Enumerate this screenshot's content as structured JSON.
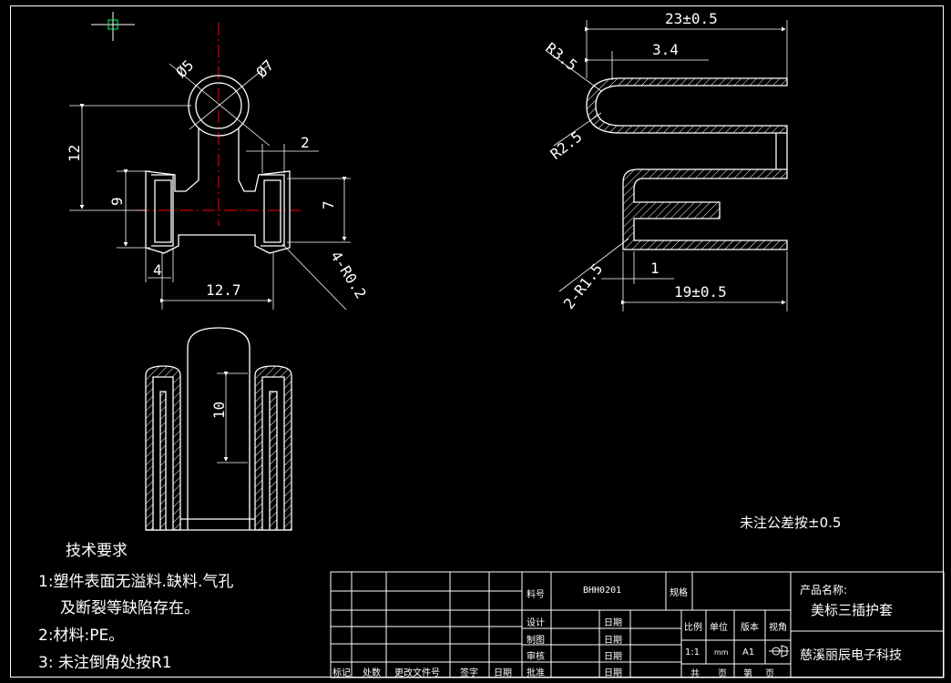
{
  "drawing": {
    "dims": {
      "d5": "Ø5",
      "d7": "Ø7",
      "h12": "12",
      "w2": "2",
      "h9": "9",
      "h7": "7",
      "w4": "4",
      "w12_7": "12.7",
      "r4": "4-R0.2",
      "h10": "10",
      "w23": "23±0.5",
      "w3_4": "3.4",
      "r3_5": "R3.5",
      "r2_5": "R2.5",
      "r2_1_5": "2-R1.5",
      "w1": "1",
      "w19": "19±0.5"
    },
    "tolerance_note": "未注公差按±0.5",
    "tech_req": {
      "title": "技术要求",
      "line1": "1:塑件表面无溢料.缺料.气孔",
      "line1b": "及断裂等缺陷存在。",
      "line2": "2:材料:PE。",
      "line3": "3: 未注倒角处按R1"
    },
    "title_block": {
      "material_no_label": "料号",
      "material_no": "BHH0201",
      "spec_label": "规格",
      "design": "设计",
      "draft": "制图",
      "review": "审核",
      "approve": "批准",
      "date": "日期",
      "scale_label": "比例",
      "unit_label": "单位",
      "version_label": "版本",
      "view_label": "视角",
      "scale": "1:1",
      "unit": "mm",
      "version": "A1",
      "product_label": "产品名称:",
      "product_name": "美标三插护套",
      "company": "慈溪丽辰电子科技",
      "mark": "标记",
      "place": "处数",
      "change_doc": "更改文件号",
      "sign": "签字",
      "date2": "日期",
      "total": "共",
      "page": "页",
      "nth": "第",
      "page2": "页"
    }
  },
  "colors": {
    "line": "#ffffff",
    "center": "#ff0000",
    "cursor": "#00ff66"
  }
}
